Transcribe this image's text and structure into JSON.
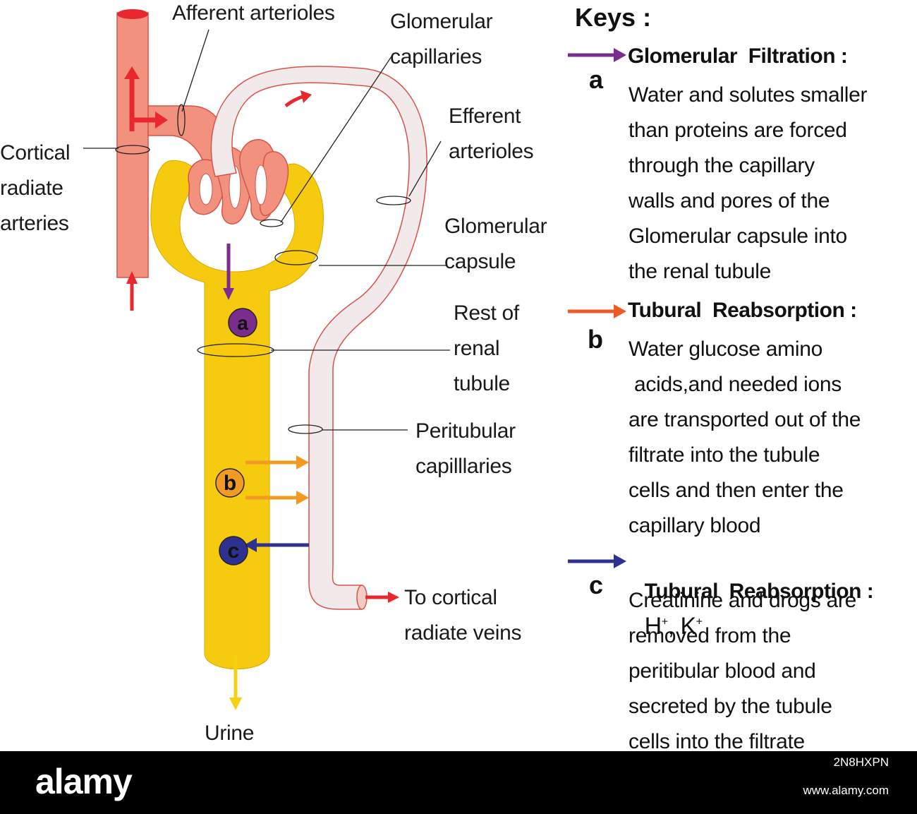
{
  "labels": {
    "afferent": "Afferent arterioles",
    "glomerular_capillaries": [
      "Glomerular",
      "capillaries"
    ],
    "efferent": [
      "Efferent",
      "arterioles"
    ],
    "cortical_radiate": [
      "Cortical",
      "radiate",
      "arteries"
    ],
    "glomerular_capsule": [
      "Glomerular",
      "capsule"
    ],
    "rest_renal_tubule": [
      "Rest of",
      "renal",
      "tubule"
    ],
    "peritubular": [
      "Peritubular",
      "capilllaries"
    ],
    "to_veins": [
      "To cortical",
      "radiate veins"
    ],
    "urine": "Urine"
  },
  "markers": {
    "a": "a",
    "b": "b",
    "c": "c"
  },
  "keys": {
    "title": "Keys :",
    "a": {
      "letter": "a",
      "heading": "Glomerular  Filtration :",
      "desc": [
        "Water and solutes smaller",
        "than proteins are forced",
        "through the capillary",
        "walls and pores of the",
        "Glomerular capsule into",
        "the renal tubule"
      ]
    },
    "b": {
      "letter": "b",
      "heading": "Tubural  Reabsorption :",
      "desc": [
        "Water glucose amino",
        " acids,and needed ions",
        "are transported out of the",
        "filtrate into the tubule",
        "cells and then enter the",
        "capillary blood"
      ]
    },
    "c": {
      "letter": "c",
      "heading": "Tubural  Reabsorption :",
      "ion_h": "H",
      "ion_k": "K",
      "ion_sep": ",",
      "plus": "+",
      "desc": [
        "Creatinine and drogs are",
        "removed from the",
        "peritibular blood and",
        "secreted by the tubule",
        "cells into the filtrate"
      ]
    }
  },
  "footer": {
    "brand": "alamy",
    "image_id": "2N8HXPN",
    "url": "www.alamy.com"
  },
  "colors": {
    "vessel": "#f2917e",
    "vessel_stroke": "#d6544a",
    "tubule": "#f6cb0f",
    "arrow_red": "#e8272f",
    "arrow_purple": "#7b2d8e",
    "arrow_orange": "#f39a22",
    "arrow_orange_key": "#f05a28",
    "arrow_blue": "#2e3192",
    "marker_a": "#7b2d8e",
    "marker_b": "#f39a22",
    "marker_c": "#2e3192"
  }
}
